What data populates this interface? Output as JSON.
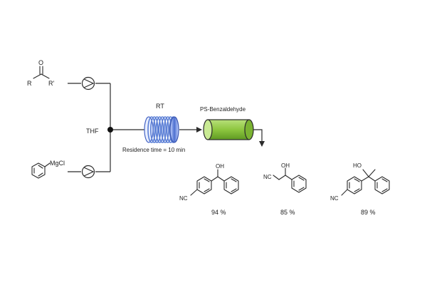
{
  "reagents": {
    "ketone_r_label": "R",
    "ketone_r2_label": "R'",
    "ketone_o_label": "O",
    "grignard_label": "MgCl"
  },
  "solvent_label": "THF",
  "reactor": {
    "temperature_label": "RT",
    "residence_label": "Residence time = 10 min"
  },
  "column": {
    "label": "PS-Benzaldehyde",
    "color": "#8dc63f"
  },
  "coil_color": "#5b7fd6",
  "products": [
    {
      "oh_label": "OH",
      "cn_label": "NC",
      "yield": "94 %"
    },
    {
      "oh_label": "OH",
      "cn_label": "NC",
      "yield": "85 %"
    },
    {
      "oh_label": "HO",
      "cn_label": "NC",
      "yield": "89 %"
    }
  ]
}
